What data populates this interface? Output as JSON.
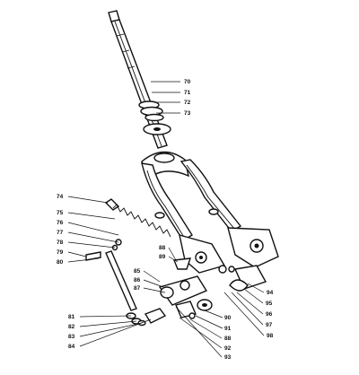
{
  "diagram": {
    "labels": [
      "70",
      "71",
      "72",
      "73",
      "74",
      "75",
      "76",
      "77",
      "78",
      "79",
      "80",
      "81",
      "82",
      "83",
      "84",
      "85",
      "86",
      "87",
      "88",
      "89",
      "90",
      "91",
      "92",
      "93",
      "94",
      "95",
      "96",
      "97",
      "98"
    ]
  }
}
